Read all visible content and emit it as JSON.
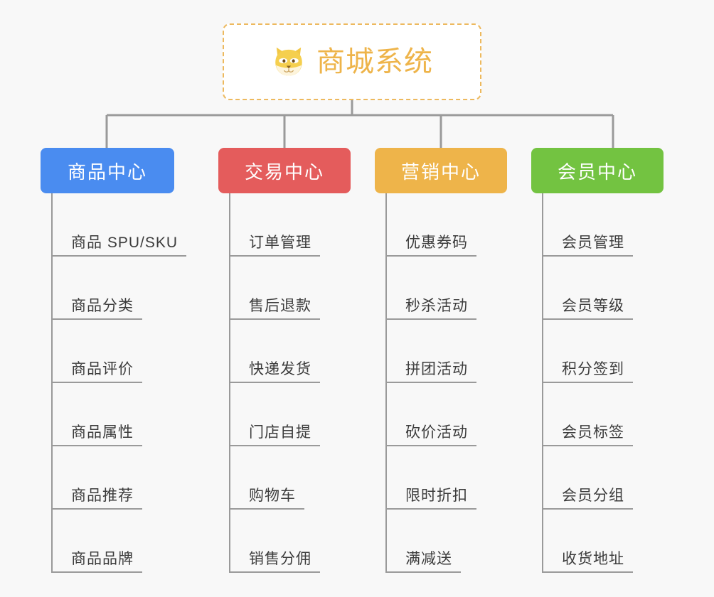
{
  "page": {
    "background_color": "#f8f8f8",
    "line_color": "#9a9a9a",
    "text_color": "#3c3c3c"
  },
  "root": {
    "title": "商城系统",
    "icon": "shiba-dog-face-icon",
    "accent_color": "#eeb44a",
    "border_style": "dashed",
    "background_color": "#ffffff"
  },
  "categories": [
    {
      "label": "商品中心",
      "color": "#4a8cf0",
      "items": [
        "商品 SPU/SKU",
        "商品分类",
        "商品评价",
        "商品属性",
        "商品推荐",
        "商品品牌"
      ]
    },
    {
      "label": "交易中心",
      "color": "#e45c5c",
      "items": [
        "订单管理",
        "售后退款",
        "快递发货",
        "门店自提",
        "购物车",
        "销售分佣"
      ]
    },
    {
      "label": "营销中心",
      "color": "#eeb44a",
      "items": [
        "优惠券码",
        "秒杀活动",
        "拼团活动",
        "砍价活动",
        "限时折扣",
        "满减送"
      ]
    },
    {
      "label": "会员中心",
      "color": "#73c341",
      "items": [
        "会员管理",
        "会员等级",
        "积分签到",
        "会员标签",
        "会员分组",
        "收货地址"
      ]
    }
  ]
}
